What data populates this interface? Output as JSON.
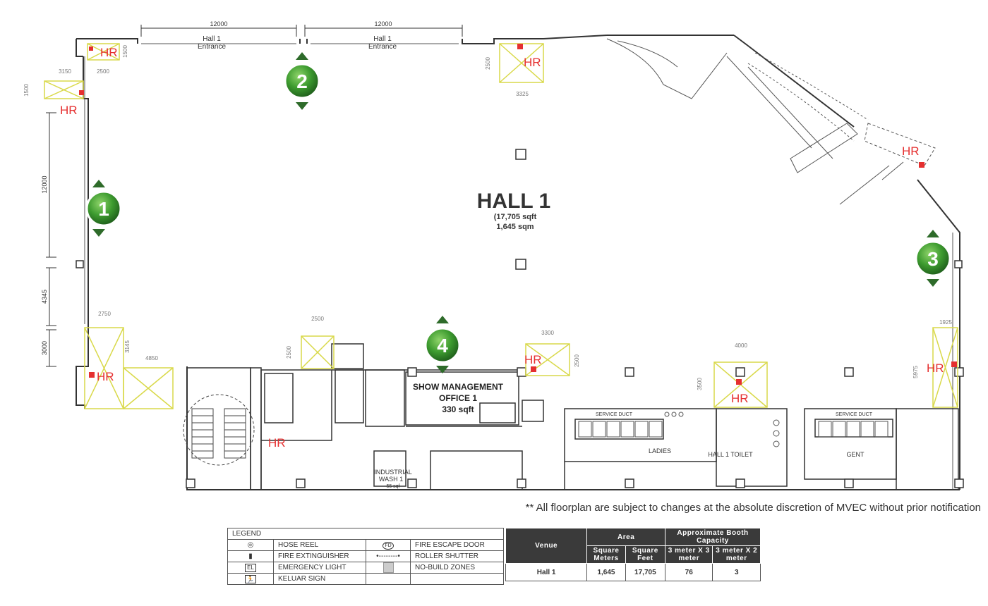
{
  "plan": {
    "title": "HALL 1",
    "area_line1": "(17,705 sqft",
    "area_line2": "1,645 sqm",
    "entrance_label": "Hall 1",
    "entrance_label2": "Entrance",
    "dim_top": "12000",
    "dim_left_1": "12000",
    "dim_left_2": "4345",
    "dim_left_3": "3000",
    "small_dims": [
      "3150",
      "1500",
      "2500",
      "1500",
      "2500",
      "3325",
      "2750",
      "3145",
      "4850",
      "2500",
      "2500",
      "3300",
      "2500",
      "4000",
      "3500",
      "1925",
      "5975"
    ],
    "hr_label": "HR",
    "office_line1": "SHOW MANAGEMENT",
    "office_line2": "OFFICE 1",
    "office_line3": "330 sqft",
    "service_duct": "SERVICE DUCT",
    "ladies": "LADIES",
    "toilet": "HALL 1 TOILET",
    "gent": "GENT",
    "industrial": "INDUSTRIAL",
    "wash": "WASH 1",
    "wash_area": "55 sqf",
    "markers": [
      "1",
      "2",
      "3",
      "4"
    ],
    "colors": {
      "marker_green": "#2e8b3a",
      "hr_red": "#e53030",
      "zone_yellow": "#d9d94a",
      "wall": "#333333"
    }
  },
  "notice": "** All floorplan are subject to changes at the absolute discretion of MVEC without prior notification",
  "legend": {
    "title": "LEGEND",
    "items": [
      {
        "icon": "hose-reel-icon",
        "label": "HOSE REEL"
      },
      {
        "icon": "fire-extinguisher-icon",
        "label": "FIRE EXTINGUISHER"
      },
      {
        "icon": "emergency-light-icon",
        "label": "EMERGENCY LIGHT",
        "symbol": "EL"
      },
      {
        "icon": "exit-sign-icon",
        "label": "KELUAR SIGN"
      }
    ],
    "items2": [
      {
        "icon": "fire-escape-door-icon",
        "label": "FIRE ESCAPE DOOR",
        "symbol": "FD"
      },
      {
        "icon": "roller-shutter-icon",
        "label": "ROLLER SHUTTER"
      },
      {
        "icon": "no-build-zone-icon",
        "label": "NO-BUILD ZONES"
      }
    ]
  },
  "area_table": {
    "h_venue": "Venue",
    "h_area": "Area",
    "h_capacity": "Approximate Booth Capacity",
    "h_sqm": "Square Meters",
    "h_sqft": "Square Feet",
    "h_3x3": "3 meter X 3 meter",
    "h_3x2": "3 meter X 2 meter",
    "row": {
      "venue": "Hall 1",
      "sqm": "1,645",
      "sqft": "17,705",
      "b33": "76",
      "b32": "3"
    }
  }
}
